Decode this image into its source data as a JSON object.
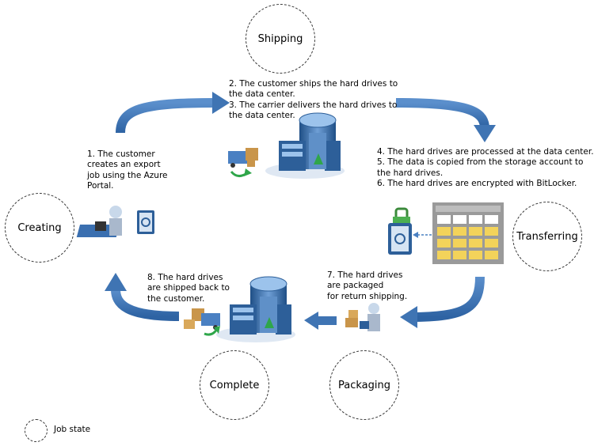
{
  "states": {
    "shipping": "Shipping",
    "creating": "Creating",
    "transferring": "Transferring",
    "complete": "Complete",
    "packaging": "Packaging"
  },
  "steps": {
    "step1": [
      "1. The customer",
      "creates an export",
      "job using the Azure",
      "Portal."
    ],
    "step2_3": [
      "2. The customer ships the hard drives to",
      "the data center.",
      "3. The carrier delivers the hard drives to",
      "the data center."
    ],
    "step4_6": [
      "4. The hard drives are processed at the data center.",
      "5. The data is copied from the storage account to",
      "the hard drives.",
      "6. The hard drives are encrypted with BitLocker."
    ],
    "step7": [
      "7. The hard drives",
      "are packaged",
      "for return shipping."
    ],
    "step8": [
      "8. The hard drives",
      "are shipped back to",
      "the customer."
    ]
  },
  "legend": {
    "label": "Job state"
  },
  "colors": {
    "arrow": "#3f74b3",
    "arrow_light": "#6b9bd4",
    "datacenter": "#2d5f99",
    "table_yellow": "#f3d35a"
  }
}
